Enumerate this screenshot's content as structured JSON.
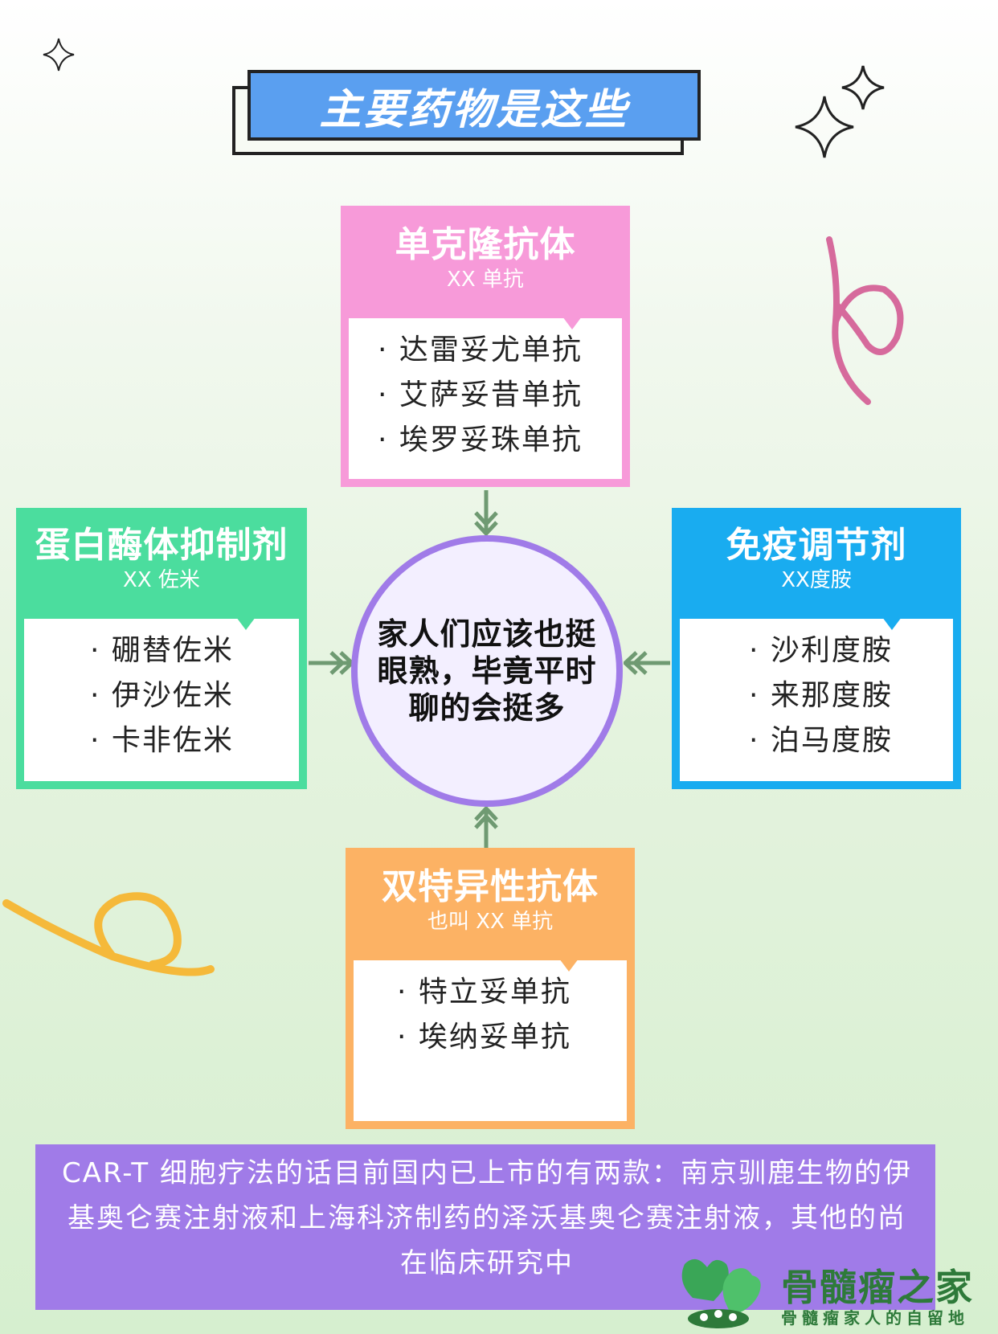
{
  "title": "主要药物是这些",
  "cards": {
    "mab": {
      "title": "单克隆抗体",
      "subtitle": "XX 单抗",
      "items": [
        "· 达雷妥尤单抗",
        "· 艾萨妥昔单抗",
        "· 埃罗妥珠单抗"
      ],
      "color": "#f79ad9"
    },
    "pi": {
      "title": "蛋白酶体抑制剂",
      "subtitle": "XX 佐米",
      "items": [
        "· 硼替佐米",
        "· 伊沙佐米",
        "· 卡非佐米"
      ],
      "color": "#4bdd9e"
    },
    "imid": {
      "title": "免疫调节剂",
      "subtitle": "XX度胺",
      "items": [
        "· 沙利度胺",
        "· 来那度胺",
        "· 泊马度胺"
      ],
      "color": "#19acf0"
    },
    "bsab": {
      "title": "双特异性抗体",
      "subtitle": "也叫 XX 单抗",
      "items": [
        "· 特立妥单抗",
        "· 埃纳妥单抗"
      ],
      "color": "#fcb264"
    }
  },
  "center": {
    "text": "家人们应该也挺眼熟，毕竟平时聊的会挺多",
    "color": "#a07be8"
  },
  "bottom": {
    "text": "CAR-T 细胞疗法的话目前国内已上市的有两款：南京驯鹿生物的伊基奥仑赛注射液和上海科济制药的泽沃基奥仑赛注射液，其他的尚在临床研究中"
  },
  "logo": {
    "name": "骨髓瘤之家",
    "tagline": "骨髓瘤家人的自留地",
    "icon": "leaf-heart-logo-icon"
  },
  "colors": {
    "title_bg": "#5a9ff0",
    "arrow": "#6f9a72",
    "logo": "#2e7a3a"
  }
}
